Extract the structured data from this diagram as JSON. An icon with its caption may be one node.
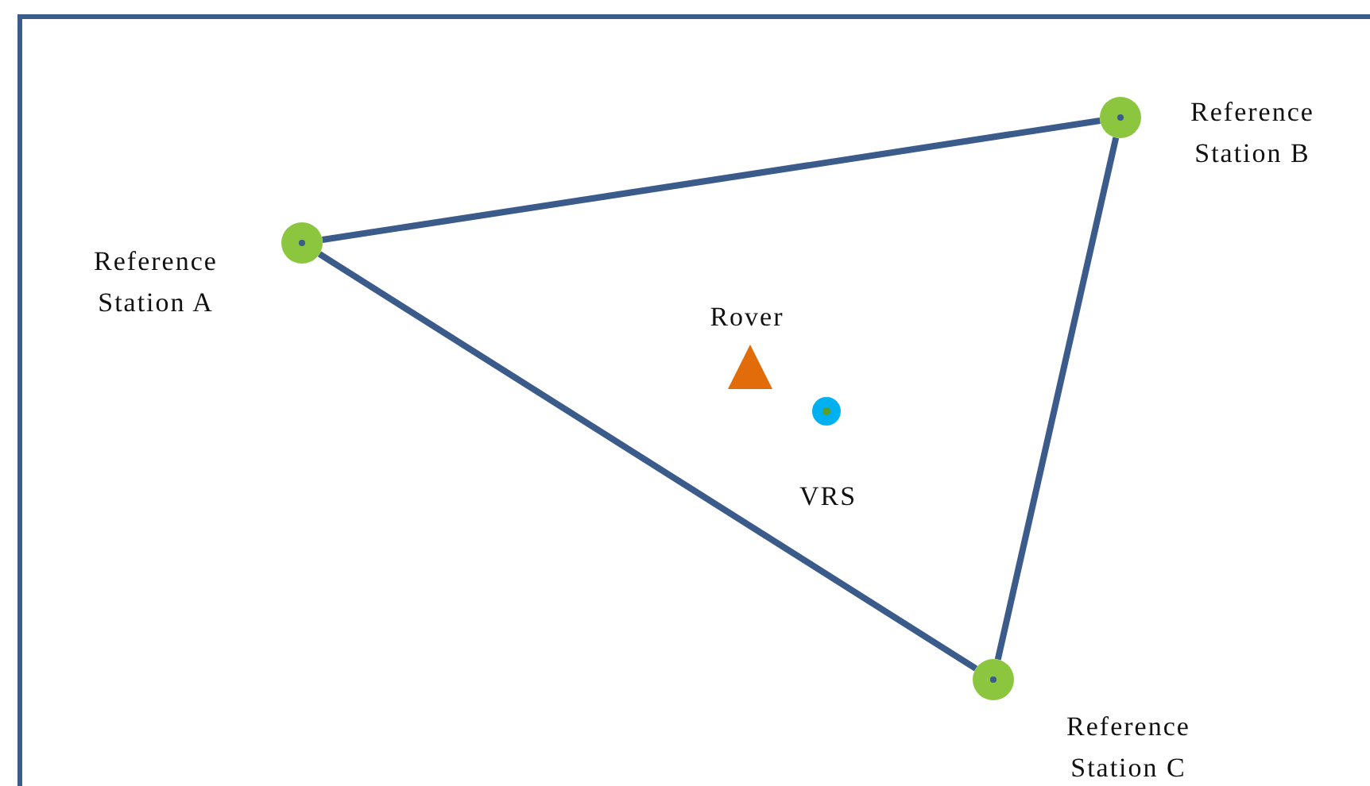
{
  "diagram": {
    "nodes": [
      {
        "text": [],
        "shape": "circle",
        "beside": [
          "Reference Station A"
        ]
      },
      {
        "text": [],
        "shape": "circle",
        "beside": [
          "Reference Station B"
        ]
      },
      {
        "text": [],
        "shape": "circle",
        "beside": [
          "Reference Station C"
        ]
      },
      {
        "text": [],
        "shape": "triangle",
        "beside": [
          "Rover"
        ]
      },
      {
        "text": [],
        "shape": "circle",
        "beside": [
          "VRS"
        ]
      }
    ],
    "edges": [
      {
        "from": 0,
        "to": 1,
        "arrow": "none"
      },
      {
        "from": 1,
        "to": 2,
        "arrow": "none"
      },
      {
        "from": 2,
        "to": 0,
        "arrow": "none"
      }
    ]
  }
}
